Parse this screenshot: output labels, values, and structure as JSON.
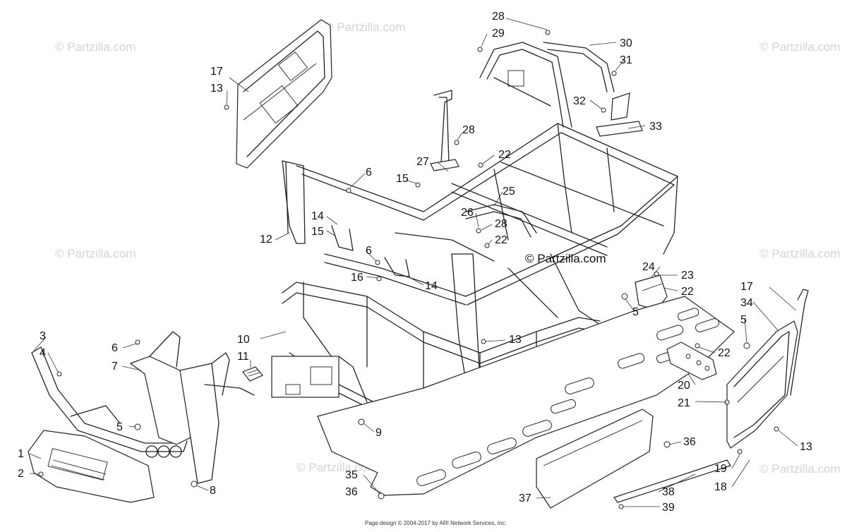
{
  "watermark_text": "© Partzilla.com",
  "footer_text": "Page design © 2004-2017 by ARI Network Services, Inc.",
  "callouts": [
    "28",
    "29",
    "30",
    "31",
    "32",
    "33",
    "17",
    "13",
    "28",
    "27",
    "22",
    "6",
    "15",
    "25",
    "26",
    "28",
    "22",
    "12",
    "14",
    "15",
    "6",
    "16",
    "14",
    "24",
    "23",
    "22",
    "5",
    "17",
    "34",
    "5",
    "10",
    "13",
    "22",
    "3",
    "4",
    "6",
    "7",
    "11",
    "20",
    "21",
    "5",
    "9",
    "1",
    "2",
    "8",
    "36",
    "13",
    "19",
    "18",
    "35",
    "36",
    "37",
    "38",
    "39"
  ]
}
